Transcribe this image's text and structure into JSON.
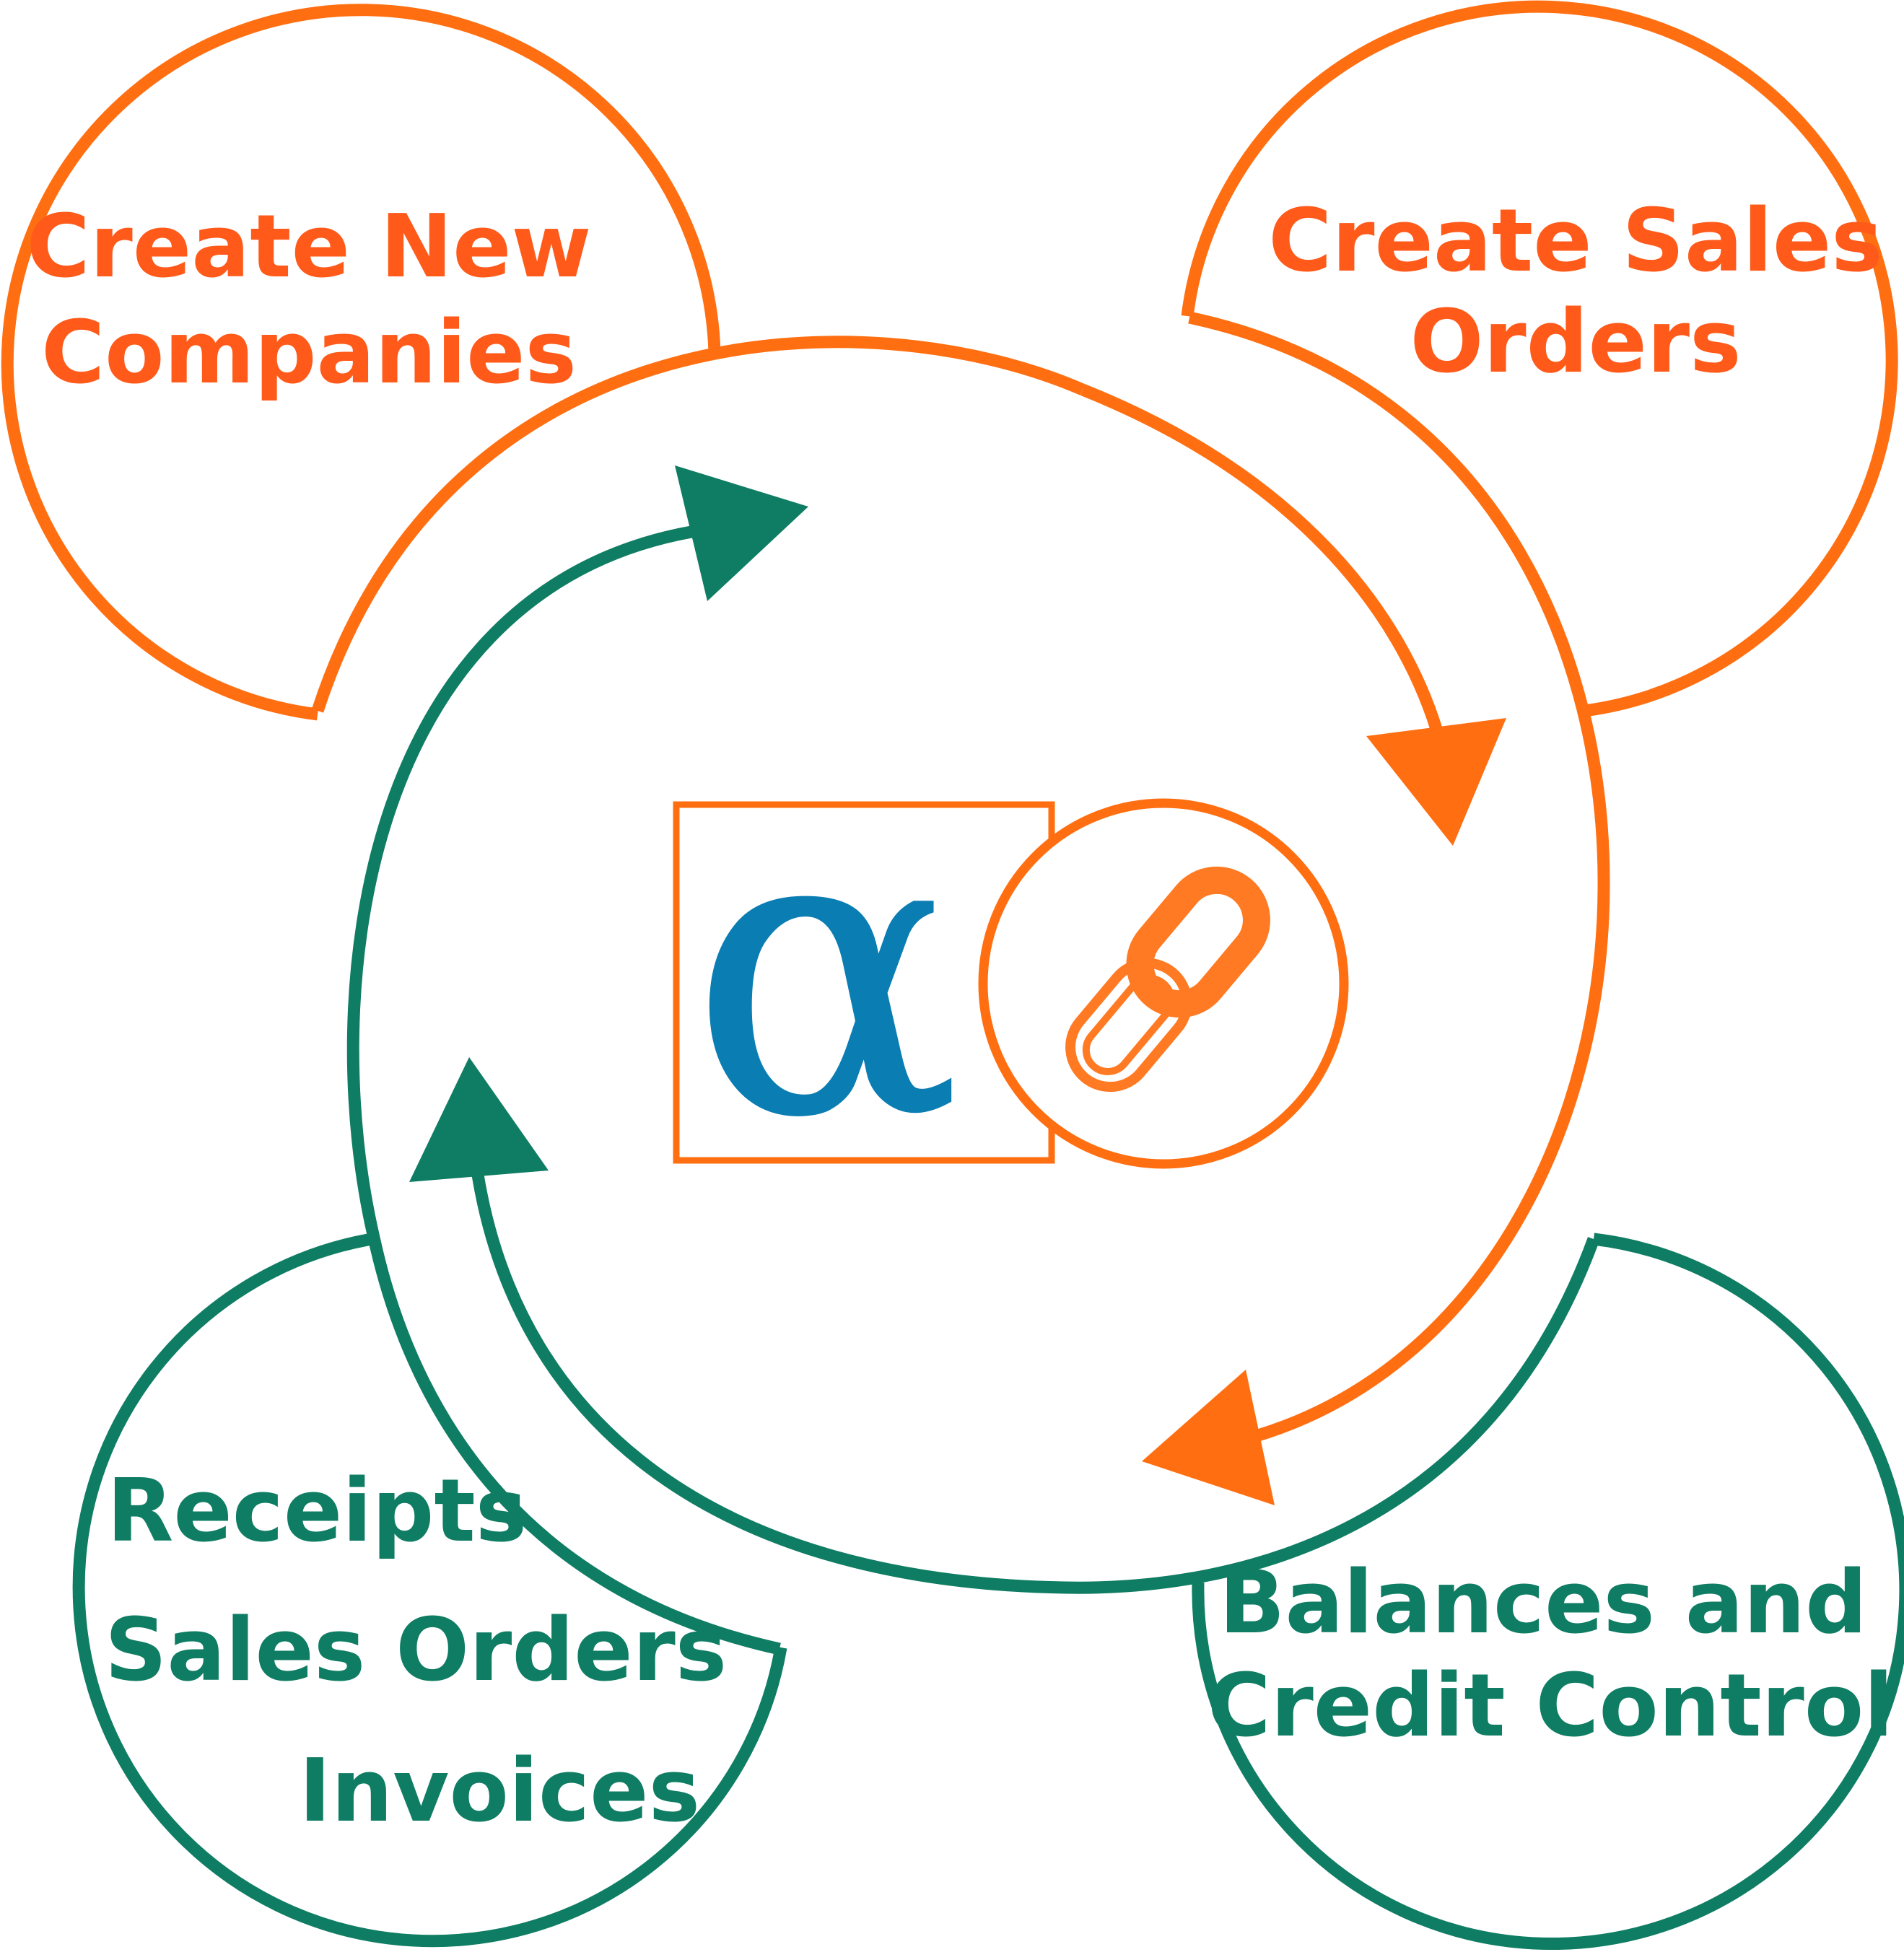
{
  "colors": {
    "orange": "#ff6f12",
    "orange_text": "#ff5a1a",
    "teal": "#0f7d63",
    "logo_blue": "#0a7db3",
    "background": "#ffffff"
  },
  "nodes": {
    "top_left": {
      "lines": [
        "Create New",
        "Companies"
      ]
    },
    "top_right": {
      "lines": [
        "Create Sales",
        "Orders"
      ]
    },
    "bottom_left": {
      "lines": [
        "Receipts",
        "Sales Orders",
        "Invoices"
      ]
    },
    "bottom_right": {
      "lines": [
        "Balances and",
        "Credit Control"
      ]
    }
  },
  "logo": {
    "alpha_glyph": "α",
    "icon": "chain-link-icon"
  }
}
